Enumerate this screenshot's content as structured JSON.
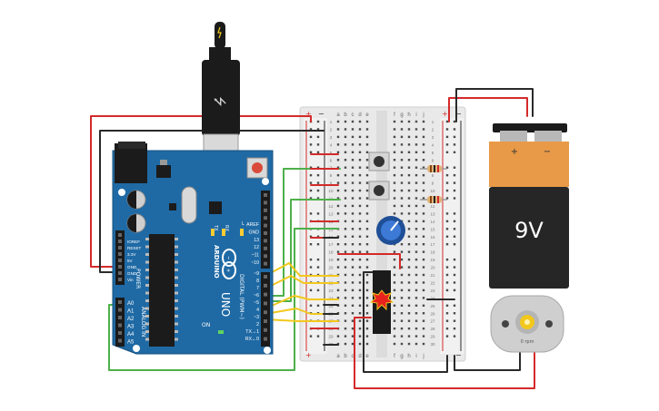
{
  "arduino": {
    "brand": "ARDUINO",
    "model": "UNO",
    "digital_label": "DIGITAL (PWM~)",
    "power_label": "POWER",
    "analog_label": "ANALOG IN",
    "on_label": "ON",
    "tx_label": "TX",
    "rx_label": "RX",
    "l_label": "L",
    "power_pins": [
      "IOREF",
      "RESET",
      "3.3V",
      "5V",
      "GND",
      "GND",
      "Vin"
    ],
    "analog_pins": [
      "A0",
      "A1",
      "A2",
      "A3",
      "A4",
      "A5"
    ],
    "digital_pins": [
      "AREF",
      "GND",
      "13",
      "12",
      "~11",
      "~10",
      "~9",
      "8",
      "7",
      "~6",
      "~5",
      "4",
      "~3",
      "2",
      "TX→1",
      "RX←0"
    ]
  },
  "breadboard": {
    "rail_plus": "+",
    "rail_minus": "−",
    "columns_left": [
      "a",
      "b",
      "c",
      "d",
      "e"
    ],
    "columns_right": [
      "f",
      "g",
      "h",
      "i",
      "j"
    ],
    "rows": [
      "1",
      "2",
      "3",
      "4",
      "5",
      "6",
      "7",
      "8",
      "9",
      "10",
      "11",
      "12",
      "13",
      "14",
      "15",
      "16",
      "17",
      "18",
      "19",
      "20",
      "21",
      "22",
      "23",
      "24",
      "25",
      "26",
      "27",
      "28",
      "29",
      "30"
    ]
  },
  "battery": {
    "voltage": "9V",
    "plus": "+",
    "minus": "−"
  },
  "motor": {
    "label": "0 rpm"
  },
  "colors": {
    "board_blue": "#1f6aa5",
    "wire_red": "#d42a2a",
    "wire_black": "#2a2a2a",
    "wire_green": "#4db04a",
    "wire_yellow": "#f2c81c",
    "battery_orange": "#e89a48"
  }
}
